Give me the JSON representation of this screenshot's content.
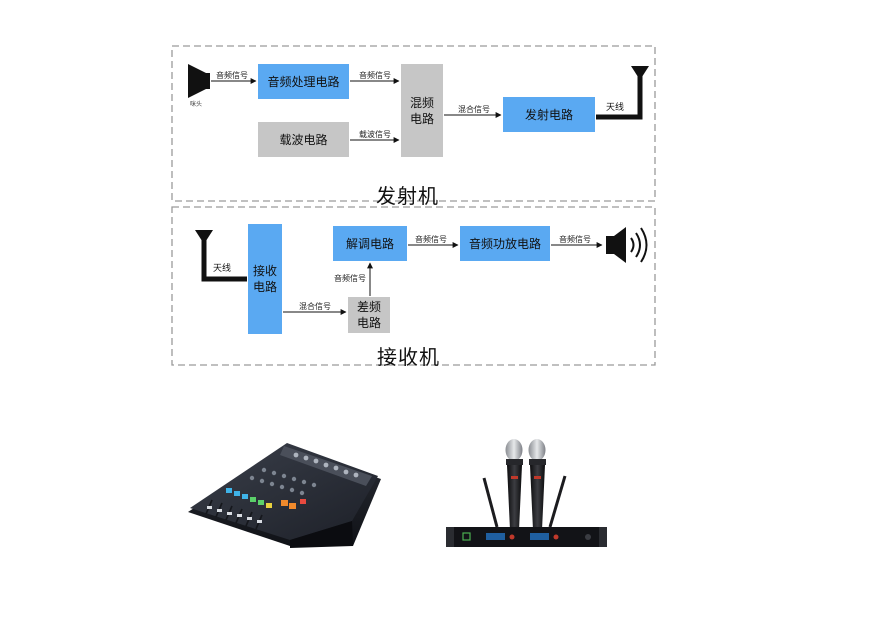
{
  "transmitter": {
    "title": "发射机",
    "mic_label": "咪头",
    "audio_processing": "音频处理电路",
    "carrier": "载波电路",
    "mixer_line1": "混频",
    "mixer_line2": "电路",
    "transmit": "发射电路",
    "antenna_label": "天线",
    "sig_audio_1": "音频信号",
    "sig_audio_2": "音频信号",
    "sig_carrier": "载波信号",
    "sig_mixed": "混合信号"
  },
  "receiver": {
    "title": "接收机",
    "antenna_label": "天线",
    "receive_line1": "接收",
    "receive_line2": "电路",
    "demod": "解调电路",
    "amplifier": "音频功放电路",
    "diff_line1": "差频",
    "diff_line2": "电路",
    "sig_mixed": "混合信号",
    "sig_audio_up": "音频信号",
    "sig_audio_1": "音频信号",
    "sig_audio_2": "音频信号"
  },
  "colors": {
    "blue_block": "#5aa9f2",
    "gray_block": "#c6c6c6",
    "dashed_border": "#9a9a9a"
  },
  "icons": [
    "speaker-icon",
    "antenna-icon",
    "mixer-console-image",
    "wireless-microphone-receiver-image"
  ]
}
